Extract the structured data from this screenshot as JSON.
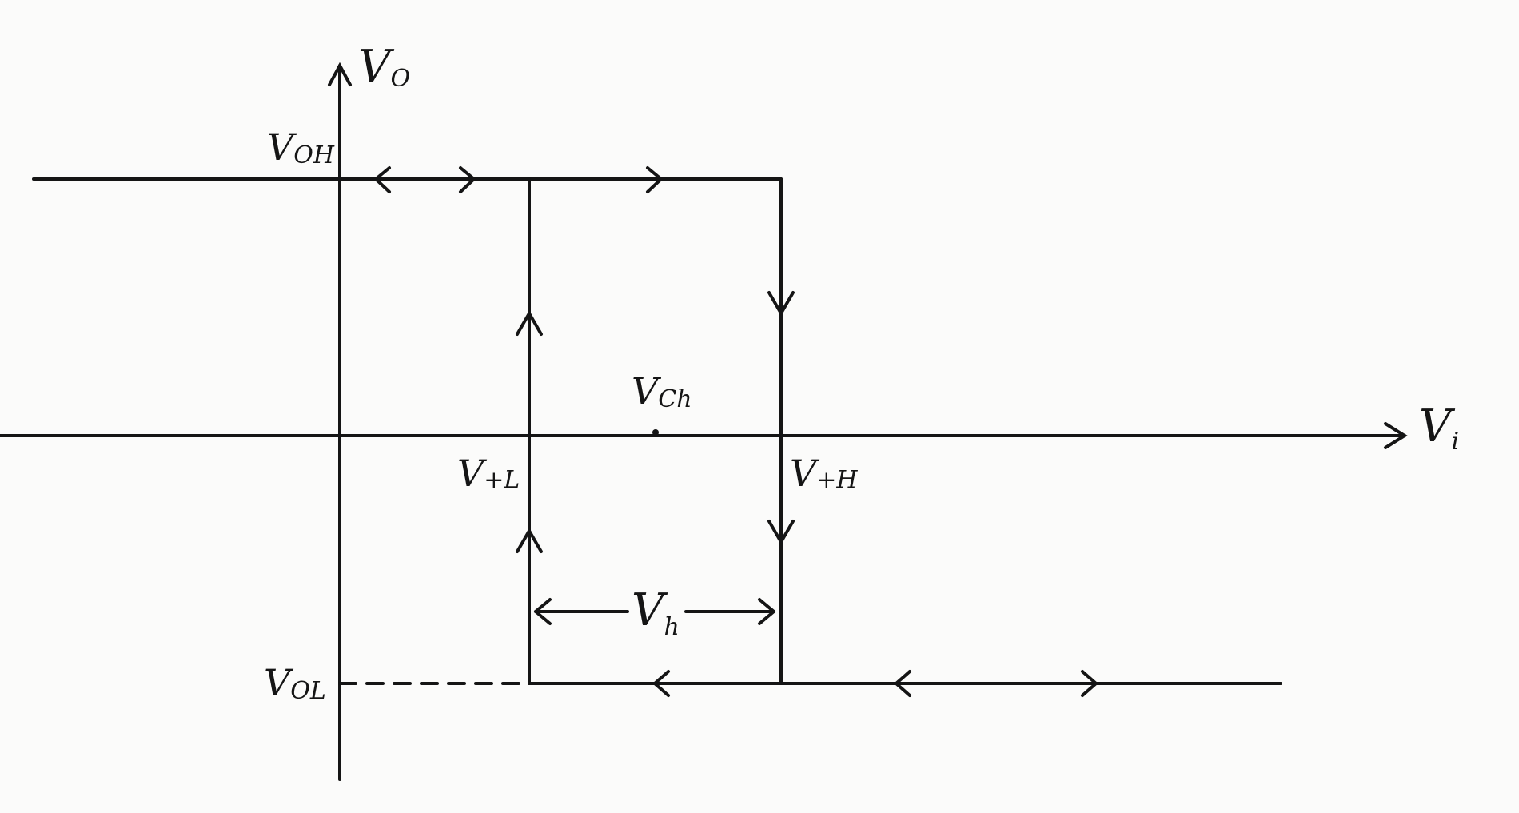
{
  "axes": {
    "y_label": "V",
    "y_label_sub": "O",
    "x_label": "V",
    "x_label_sub": "i"
  },
  "levels": {
    "high_label": "V",
    "high_sub": "OH",
    "low_label": "V",
    "low_sub": "OL"
  },
  "thresholds": {
    "left_label": "V",
    "left_sub": "+L",
    "right_label": "V",
    "right_sub": "+H",
    "center_label": "V",
    "center_sub": "Ch",
    "width_label": "V",
    "width_sub": "h"
  },
  "colors": {
    "ink": "#151515",
    "paper": "#fbfbfa"
  }
}
